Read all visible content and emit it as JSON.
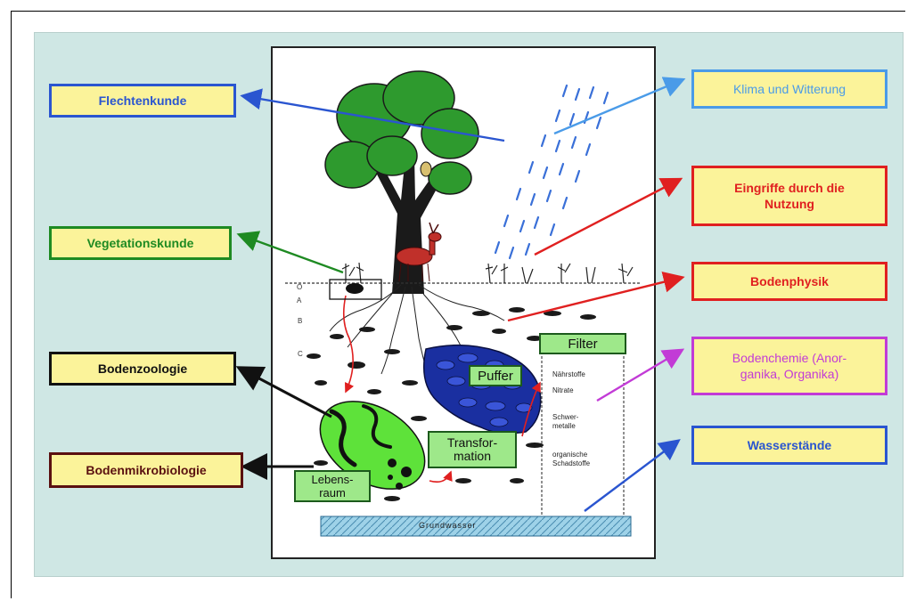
{
  "colors": {
    "background": "#cfe7e4",
    "box_fill": "#fbf39a",
    "blue": "#2a55d0",
    "green": "#1e8a22",
    "red": "#e02020",
    "purple": "#c23bd6",
    "black": "#111111",
    "dark_red": "#5a1010",
    "inner_label_fill": "#9ee88a"
  },
  "left_boxes": {
    "flechtenkunde": "Flechtenkunde",
    "vegetationskunde": "Vegetationskunde",
    "bodenzoologie": "Bodenzoologie",
    "bodenmikrobiologie": "Bodenmikrobiologie"
  },
  "right_boxes": {
    "klima": "Klima und Witterung",
    "eingriffe_1": "Eingriffe durch die",
    "eingriffe_2": "Nutzung",
    "bodenphysik": "Bodenphysik",
    "bodenchemie_1": "Bodenchemie (Anor-",
    "bodenchemie_2": "ganika, Organika)",
    "wasserstaende": "Wasserstände"
  },
  "inner_labels": {
    "filter": "Filter",
    "puffer": "Puffer",
    "transformation_1": "Transfor-",
    "transformation_2": "mation",
    "lebensraum_1": "Lebens-",
    "lebensraum_2": "raum"
  },
  "filter_list": {
    "item1": "Nährstoffe",
    "item2": "Nitrate",
    "item3a": "Schwer-",
    "item3b": "metalle",
    "item4a": "organische",
    "item4b": "Schadstoffe"
  },
  "horizons": [
    "O",
    "A",
    "B",
    "C"
  ],
  "groundwater": "Grundwasser"
}
